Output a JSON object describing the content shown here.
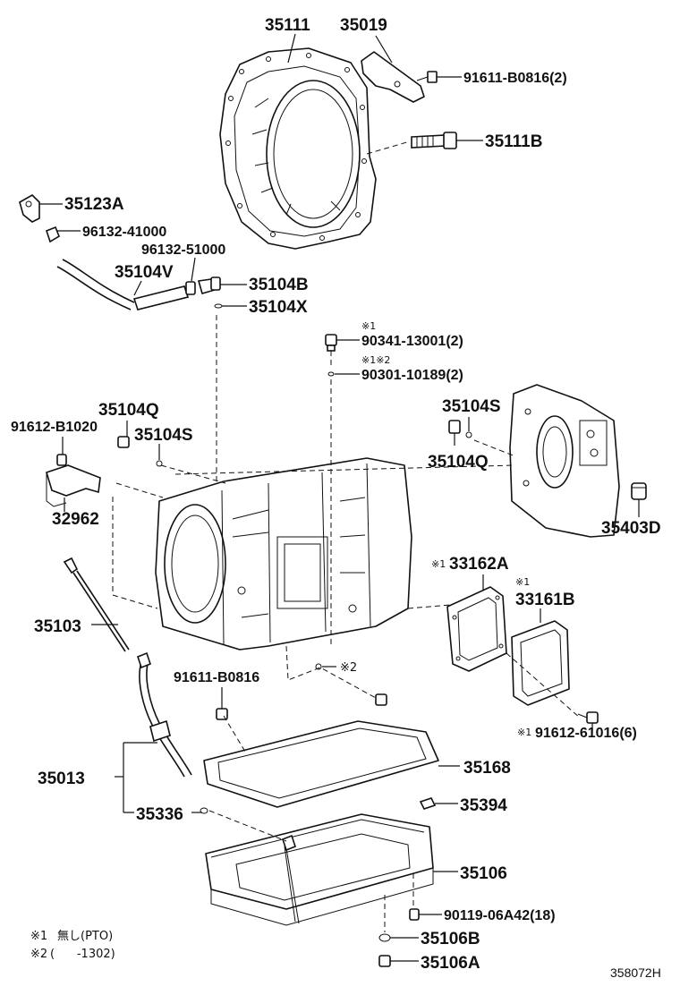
{
  "labels": {
    "p35111": "35111",
    "p35019": "35019",
    "p91611_b0816_2": "91611-B0816(2)",
    "p35111b": "35111B",
    "p35123a": "35123A",
    "p96132_41000": "96132-41000",
    "p96132_51000": "96132-51000",
    "p35104v": "35104V",
    "p35104b": "35104B",
    "p35104x": "35104X",
    "m1_a": "※1",
    "p90341_13001_2": "90341-13001(2)",
    "m12": "※1※2",
    "p90301_10189_2": "90301-10189(2)",
    "p35104q_left": "35104Q",
    "p91612_b1020": "91612-B1020",
    "p35104s_left": "35104S",
    "p35104s_right": "35104S",
    "p35104q_right": "35104Q",
    "p32962": "32962",
    "p35403d": "35403D",
    "m1_b": "※1",
    "p33162a": "33162A",
    "m1_c": "※1",
    "p33161b": "33161B",
    "p35103": "35103",
    "p91611_b0816": "91611-B0816",
    "m2_a": "※2",
    "m1_d": "※1",
    "p91612_61016_6": "91612-61016(6)",
    "p35013": "35013",
    "p35168": "35168",
    "p35394": "35394",
    "p35336": "35336",
    "p35106": "35106",
    "p90119_06a42_18": "90119-06A42(18)",
    "p35106b": "35106B",
    "p35106a": "35106A"
  },
  "notes": {
    "n1_mark": "※1",
    "n1_text": "無し(PTO)",
    "n2_mark": "※2",
    "n2_text": "(      -1302)"
  },
  "diagram_code": "358072H"
}
